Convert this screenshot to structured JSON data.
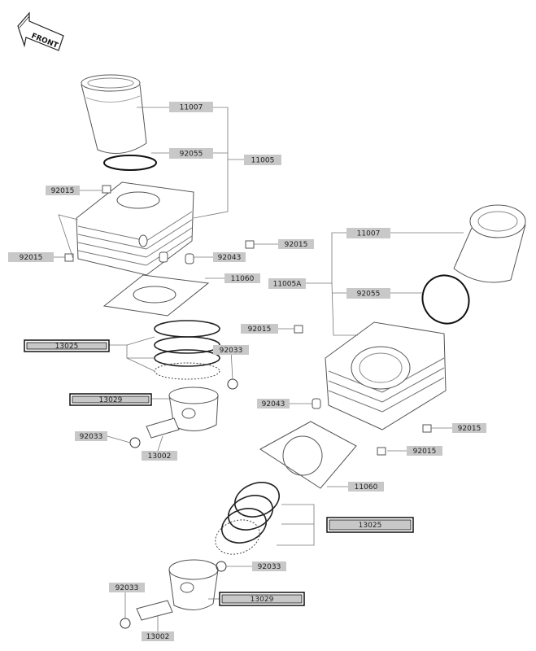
{
  "front_indicator": "FRONT",
  "callouts": [
    {
      "id": "c01",
      "text": "11007"
    },
    {
      "id": "c02",
      "text": "92055"
    },
    {
      "id": "c03",
      "text": "11005"
    },
    {
      "id": "c04",
      "text": "92015"
    },
    {
      "id": "c05",
      "text": "92015"
    },
    {
      "id": "c06",
      "text": "92015"
    },
    {
      "id": "c07",
      "text": "92043"
    },
    {
      "id": "c08",
      "text": "11060"
    },
    {
      "id": "c09",
      "text": "13025",
      "boxed": true
    },
    {
      "id": "c10",
      "text": "92033"
    },
    {
      "id": "c11",
      "text": "13029",
      "boxed": true
    },
    {
      "id": "c12",
      "text": "92033"
    },
    {
      "id": "c13",
      "text": "13002"
    },
    {
      "id": "c14",
      "text": "11007"
    },
    {
      "id": "c15",
      "text": "11005A"
    },
    {
      "id": "c16",
      "text": "92055"
    },
    {
      "id": "c17",
      "text": "92015"
    },
    {
      "id": "c18",
      "text": "92043"
    },
    {
      "id": "c19",
      "text": "92015"
    },
    {
      "id": "c20",
      "text": "92015"
    },
    {
      "id": "c21",
      "text": "11060"
    },
    {
      "id": "c22",
      "text": "13025",
      "boxed": true
    },
    {
      "id": "c23",
      "text": "92033"
    },
    {
      "id": "c24",
      "text": "13029",
      "boxed": true
    },
    {
      "id": "c25",
      "text": "92033"
    },
    {
      "id": "c26",
      "text": "13002"
    }
  ],
  "colors": {
    "label_fill": "#c8c8c8",
    "boxed_border": "#111111",
    "line": "#555555",
    "background": "#ffffff"
  }
}
